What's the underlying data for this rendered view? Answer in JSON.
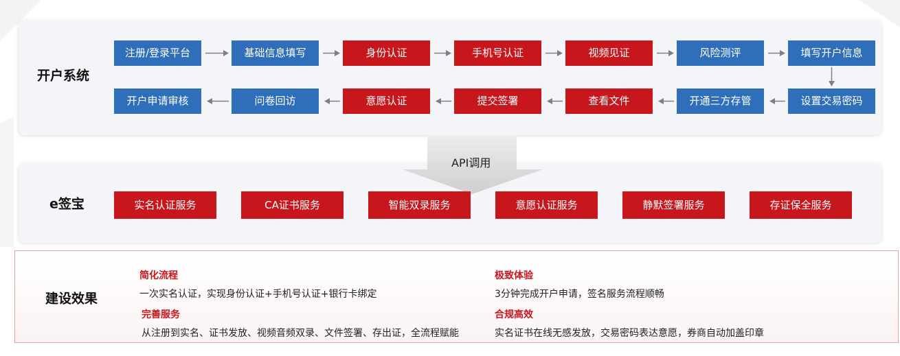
{
  "sections": {
    "account": "开户系统",
    "esign": "e签宝",
    "effects": "建设效果"
  },
  "flow": {
    "row1": [
      {
        "label": "注册/登录平台",
        "color": "blue"
      },
      {
        "label": "基础信息填写",
        "color": "blue"
      },
      {
        "label": "身份认证",
        "color": "red"
      },
      {
        "label": "手机号认证",
        "color": "red"
      },
      {
        "label": "视频见证",
        "color": "red"
      },
      {
        "label": "风险测评",
        "color": "blue"
      },
      {
        "label": "填写开户信息",
        "color": "blue"
      }
    ],
    "row2": [
      {
        "label": "开户申请审核",
        "color": "blue"
      },
      {
        "label": "问卷回访",
        "color": "blue"
      },
      {
        "label": "意愿认证",
        "color": "red"
      },
      {
        "label": "提交签署",
        "color": "red"
      },
      {
        "label": "查看文件",
        "color": "red"
      },
      {
        "label": "开通三方存管",
        "color": "blue"
      },
      {
        "label": "设置交易密码",
        "color": "blue"
      }
    ]
  },
  "api_label": "API调用",
  "services": [
    "实名认证服务",
    "CA证书服务",
    "智能双录服务",
    "意愿认证服务",
    "静默签署服务",
    "存证保全服务"
  ],
  "effects": [
    {
      "heading": "简化流程",
      "text": "一次实名认证，实现身份认证+手机号认证+银行卡绑定"
    },
    {
      "heading": "完善服务",
      "text": "从注册到实名、证书发放、视频音频双录、文件签署、存出证，全流程赋能"
    },
    {
      "heading": "极致体验",
      "text": "3分钟完成开户申请，签名服务流程顺畅"
    },
    {
      "heading": "合规高效",
      "text": "实名证书在线无感发放，交易密码表达意愿，券商自动加盖印章"
    }
  ],
  "colors": {
    "blue": "#2f6fba",
    "red": "#c8161d",
    "arrow": "#7f7f7f"
  }
}
